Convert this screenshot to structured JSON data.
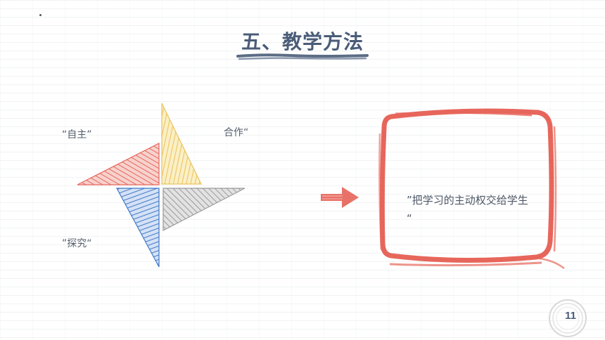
{
  "title": "五、教学方法",
  "labels": {
    "zizhu": "“自主”",
    "hezuo": "合作“",
    "tanjiu": "”探究“"
  },
  "box_text": "”把学习的主动权交给学生 “",
  "page_number": "11",
  "colors": {
    "title": "#4a5c78",
    "red": "#e7665b",
    "yellow": "#f0cf72",
    "blue": "#3f78c6",
    "gray": "#9a9a9a"
  },
  "icons": {
    "arrow": "right-arrow-icon",
    "page_badge": "page-number-badge"
  }
}
